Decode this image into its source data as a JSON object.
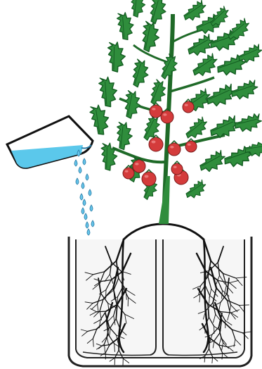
{
  "colors": {
    "background": "#ffffff",
    "leaf_fill": "#2f8d3c",
    "leaf_dark": "#145d22",
    "stem": "#1f6a28",
    "tomato": "#d43b3b",
    "tomato_highlight": "#f08a8a",
    "water": "#5bc8eb",
    "water_outline": "#2a7ca6",
    "drop": "#66c5ea",
    "root": "#111111",
    "pot_outline": "#222222",
    "pot_fill": "#f6f6f6"
  },
  "scene": {
    "subjects": [
      "tomato-plant",
      "tomatoes",
      "watering-glass",
      "water-drops",
      "roots",
      "pot"
    ]
  }
}
